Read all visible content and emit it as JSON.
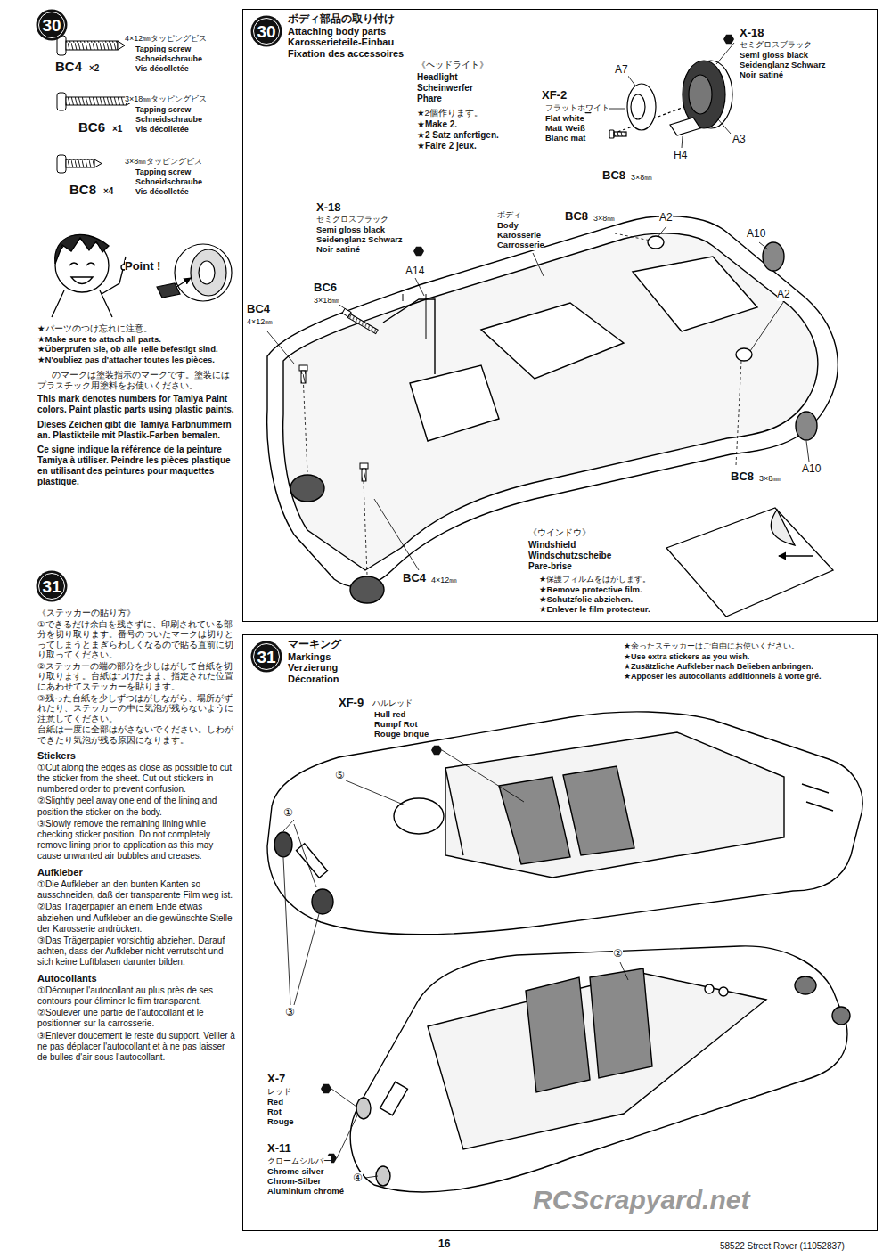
{
  "diagram": {
    "nodes": [
      {
        "text": [
          "30"
        ]
      },
      {
        "text": [
          "ボディ部品の取り付け",
          "Attaching body parts",
          "Karosserieteile-Einbau",
          "Fixation des accessoires"
        ]
      },
      {
        "text": [
          "30"
        ],
        "in": 1
      },
      {
        "text": [
          "31"
        ]
      },
      {
        "text": [
          "マーキング",
          "Markings",
          "Verzierung",
          "Décoration"
        ]
      },
      {
        "text": [
          "31"
        ],
        "in": 4
      }
    ],
    "labels": [
      "4×12㎜タッピングビス",
      "Tapping screw",
      "Schneidschraube",
      "Vis décolletée",
      "BC4",
      "×2",
      "3×18㎜タッピングビス",
      "Tapping screw",
      "Schneidschraube",
      "Vis décolletée",
      "BC6",
      "×1",
      "3×8㎜タッピングビス",
      "Tapping screw",
      "Schneidschraube",
      "Vis décolletée",
      "BC8",
      "×4",
      "Point !",
      "★パーツのつけ忘れに注意。",
      "★Make sure to attach all parts.",
      "★Überprüfen Sie, ob alle Teile befestigt sind.",
      "★N'oubliez pas d'attacher toutes les pièces.",
      "のマークは塗装指示のマークです。塗装にはプラスチック用塗料をお使いください。",
      "This mark denotes numbers for Tamiya Paint colors. Paint plastic parts using plastic paints.",
      "Dieses Zeichen gibt die Tamiya Farbnummern an. Plastikteile mit Plastik-Farben bemalen.",
      "Ce signe indique la référence de la peinture Tamiya à utiliser. Peindre les pièces plastique en utilisant des peintures pour maquettes plastique.",
      "《ステッカーの貼り方》",
      "①できるだけ余白を残さずに、印刷されている部分を切り取ります。番号のついたマークは切りとってしまうとまぎらわしくなるので貼る直前に切り取ってください。",
      "②ステッカーの端の部分を少しはがして台紙を切り取ります。台紙はつけたまま、指定された位置にあわせてステッカーを貼ります。",
      "③残った台紙を少しずつはがしながら、場所がずれたり、ステッカーの中に気泡が残らないように注意してください。",
      "台紙は一度に全部はがさないでください。しわができたり気泡が残る原因になります。",
      "Stickers",
      "①Cut along the edges as close as possible to cut the sticker from the sheet. Cut out stickers in numbered order to prevent confusion.",
      "②Slightly peel away one end of the lining and position the sticker on the body.",
      "③Slowly remove the remaining lining while checking sticker position. Do not completely remove lining prior to application as this may cause unwanted air bubbles and creases.",
      "Aufkleber",
      "①Die Aufkleber an den bunten Kanten so ausschneiden, daß der transparente Film weg ist.",
      "②Das Trägerpapier an einem Ende etwas abziehen und Aufkleber an die gewünschte Stelle der Karosserie andrücken.",
      "③Das Trägerpapier vorsichtig abziehen. Darauf achten, dass der Aufkleber nicht verrutscht und sich keine Luftblasen darunter bilden.",
      "Autocollants",
      "①Découper l'autocollant au plus près de ses contours pour éliminer le film transparent.",
      "②Soulever une partie de l'autocollant et le positionner sur la carrosserie.",
      "③Enlever doucement le reste du support. Veiller à ne pas déplacer l'autocollant et à ne pas laisser de bulles d'air sous l'autocollant.",
      "《ヘッドライト》",
      "Headlight",
      "Scheinwerfer",
      "Phare",
      "★2個作ります。",
      "★Make 2.",
      "★2 Satz anfertigen.",
      "★Faire 2 jeux.",
      "A7",
      "XF-2",
      "フラットホワイト",
      "Flat white",
      "Matt Weiß",
      "Blanc mat",
      "X-18",
      "セミグロスブラック",
      "Semi gloss black",
      "Seidenglanz Schwarz",
      "Noir satiné",
      "A3",
      "H4",
      "BC8",
      "3×8㎜",
      "X-18",
      "セミグロスブラック",
      "Semi gloss black",
      "Seidenglanz Schwarz",
      "Noir satiné",
      "ボディ",
      "Body",
      "Karosserie",
      "Carrosserie",
      "BC8",
      "3×8㎜",
      "A2",
      "A10",
      "A14",
      "BC6",
      "3×18㎜",
      "BC4",
      "4×12㎜",
      "A2",
      "A10",
      "BC8",
      "3×8㎜",
      "《ウインドウ》",
      "Windshield",
      "Windschutzscheibe",
      "Pare-brise",
      "BC4",
      "4×12㎜",
      "★保護フィルムをはがします。",
      "★Remove protective film.",
      "★Schutzfolie abziehen.",
      "★Enlever le film protecteur.",
      "★余ったステッカーはご自由にお使いください。",
      "★Use extra stickers as you wish.",
      "★Zusätzliche Aufkleber nach Belieben anbringen.",
      "★Apposer les autocollants additionnels à vorte gré.",
      "XF-9",
      "ハルレッド",
      "Hull red",
      "Rumpf Rot",
      "Rouge brique",
      "⑤",
      "①",
      "③",
      "②",
      "X-7",
      "レッド",
      "Red",
      "Rot",
      "Rouge",
      "X-11",
      "クロームシルバー",
      "Chrome silver",
      "Chrom-Silber",
      "Aluminium chromé",
      "④",
      "RCScrapyard.net",
      "16",
      "58522 Street Rover (11052837)"
    ]
  }
}
